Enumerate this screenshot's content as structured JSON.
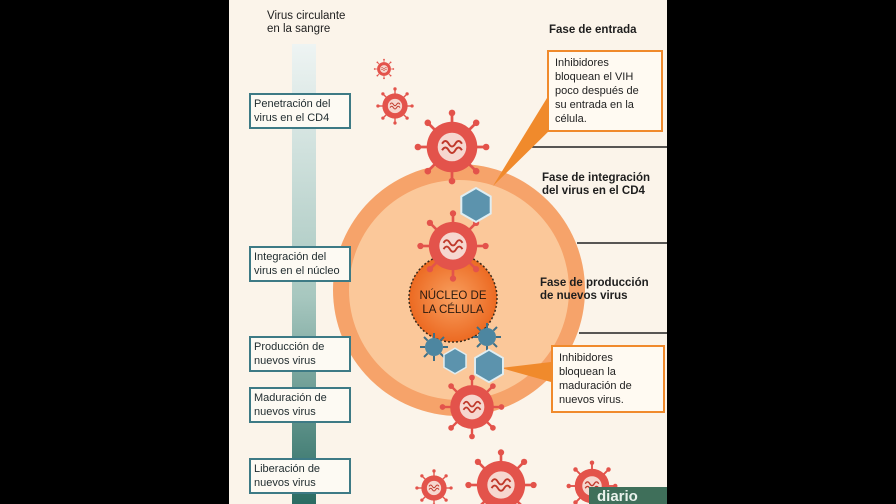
{
  "timeline_top_label": "Virus circulante\nen la sangre",
  "stages": [
    {
      "label": "Penetración del\nvirus en el CD4"
    },
    {
      "label": "Integración del\nvirus en el núcleo"
    },
    {
      "label": "Producción de\nnuevos virus"
    },
    {
      "label": "Maduración de\nnuevos virus"
    },
    {
      "label": "Liberación de\nnuevos virus"
    }
  ],
  "phases": [
    {
      "title": "Fase de entrada"
    },
    {
      "title": "Fase de integración\ndel virus en el CD4"
    },
    {
      "title": "Fase de producción\nde nuevos virus"
    }
  ],
  "info_boxes": [
    {
      "text": "Inhibidores\nbloquean el VIH\npoco después de\nsu entrada en la\ncélula."
    },
    {
      "text": "Inhibidores\nbloquean la\nmaduración de\nnuevos virus."
    }
  ],
  "nucleus_label": "NÚCLEO DE\nLA CÉLULA",
  "watermark": "diario",
  "colors": {
    "background": "#fbf4ea",
    "timeline_top": "#eef4f3",
    "timeline_bottom": "#2b6c63",
    "cell_outer": "#f6a36a",
    "cell_inner": "#fbc89a",
    "nucleus": "#f07a34",
    "virus": "#e3534b",
    "virus_core": "#f6d7cf",
    "receptor": "#5c93ad",
    "callout": "#f08a2c",
    "label_border": "#3d7a85"
  }
}
